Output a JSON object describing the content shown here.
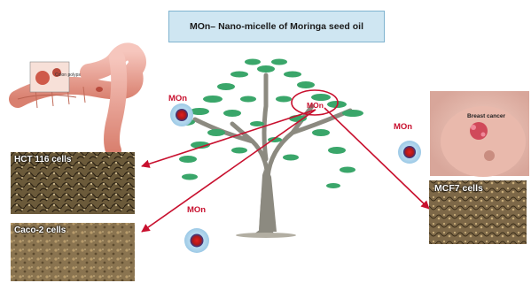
{
  "title": "MOn– Nano-micelle of Moringa  seed oil",
  "colon_label": "Colon polyps",
  "breast_label": "Breast cancer",
  "mon_labels": [
    "MOn",
    "MOn",
    "MOn",
    "MOn"
  ],
  "cells": {
    "hct116": "HCT 116 cells",
    "caco2": "Caco-2 cells",
    "mcf7": "MCF7 cells"
  },
  "colors": {
    "arrow": "#c8102e",
    "tree_leaf": "#3aa66a",
    "trunk": "#8c8a80",
    "title_bg": "#cfe6f2"
  }
}
